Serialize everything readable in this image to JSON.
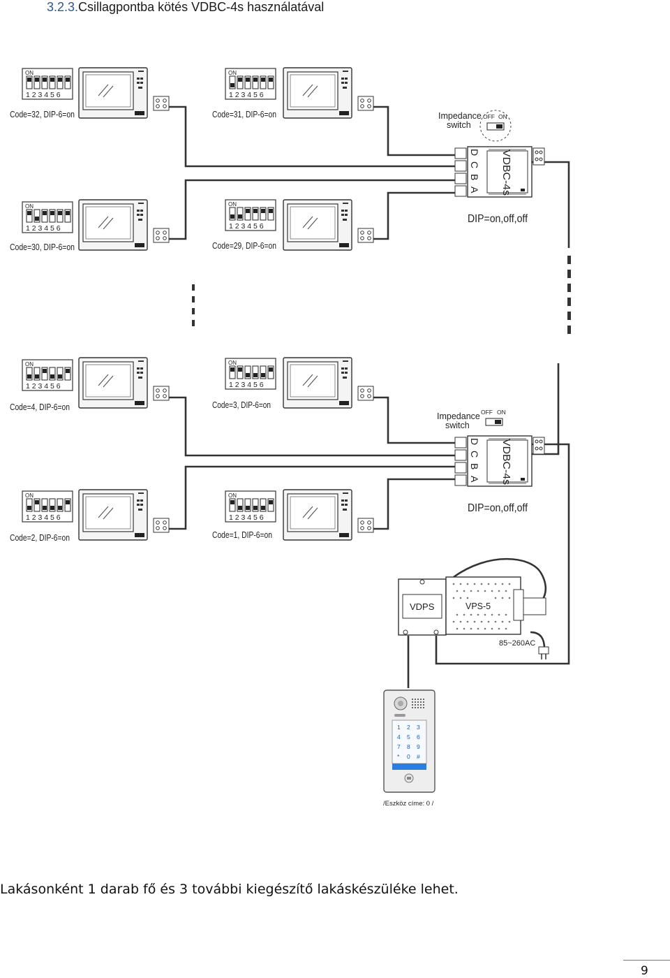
{
  "heading": {
    "number": "3.2.3.",
    "title": "Csillagpontba kötés VDBC-4s használatával"
  },
  "monitors": [
    {
      "code": "Code=32, DIP-6=on",
      "dip_on": "ON",
      "dip_numbers": "1 2 3 4 5 6"
    },
    {
      "code": "Code=31, DIP-6=on",
      "dip_on": "ON",
      "dip_numbers": "1 2 3 4 5 6"
    },
    {
      "code": "Code=30, DIP-6=on",
      "dip_on": "ON",
      "dip_numbers": "1 2 3 4 5 6"
    },
    {
      "code": "Code=29, DIP-6=on",
      "dip_on": "ON",
      "dip_numbers": "1 2 3 4 5 6"
    },
    {
      "code": "Code=4, DIP-6=on",
      "dip_on": "ON",
      "dip_numbers": "1 2 3 4 5 6"
    },
    {
      "code": "Code=3, DIP-6=on",
      "dip_on": "ON",
      "dip_numbers": "1 2 3 4 5 6"
    },
    {
      "code": "Code=2, DIP-6=on",
      "dip_on": "ON",
      "dip_numbers": "1 2 3 4 5 6"
    },
    {
      "code": "Code=1, DIP-6=on",
      "dip_on": "ON",
      "dip_numbers": "1 2 3 4 5 6"
    }
  ],
  "distributors": [
    {
      "model": "VDBC-4s",
      "ports": [
        "D",
        "C",
        "B",
        "A"
      ],
      "dip": "DIP=on,off,off",
      "impedance_label_1": "Impedance",
      "impedance_label_2": "switch",
      "off": "OFF",
      "on": "ON"
    },
    {
      "model": "VDBC-4s",
      "ports": [
        "D",
        "C",
        "B",
        "A"
      ],
      "dip": "DIP=on,off,off",
      "impedance_label_1": "Impedance",
      "impedance_label_2": "switch",
      "off": "OFF",
      "on": "ON"
    }
  ],
  "power": {
    "vdps": "VDPS",
    "vps": "VPS-5",
    "mains": "85~260AC"
  },
  "door_station": {
    "keys": [
      "1",
      "2",
      "3",
      "4",
      "5",
      "6",
      "7",
      "8",
      "9",
      "*",
      "0",
      "#"
    ],
    "address": "/Eszköz címe: 0 /"
  },
  "caption": "Lakásonként 1 darab fő és 3 további kiegészítő lakáskészüléke lehet.",
  "page_number": "9"
}
